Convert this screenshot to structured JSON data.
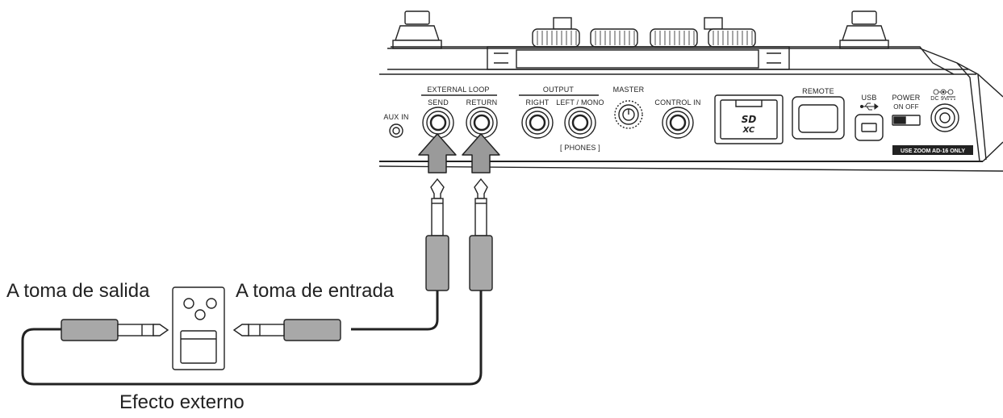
{
  "device": {
    "panel_labels": {
      "external_loop": "EXTERNAL LOOP",
      "send": "SEND",
      "return": "RETURN",
      "aux_in": "AUX IN",
      "output": "OUTPUT",
      "right": "RIGHT",
      "left_mono": "LEFT / MONO",
      "phones": "[ PHONES ]",
      "master": "MASTER",
      "control_in": "CONTROL IN",
      "remote": "REMOTE",
      "usb": "USB",
      "power": "POWER",
      "on_off": "ON  OFF",
      "dc": "DC 9V",
      "adapter_note": "USE ZOOM AD-16 ONLY",
      "sd_logo": "SD",
      "sd_xc": "XC"
    }
  },
  "labels": {
    "to_output": "A toma de salida",
    "to_input": "A toma de entrada",
    "external_effect": "Efecto externo"
  },
  "colors": {
    "line": "#222222",
    "arrow_fill": "#9a9a9a",
    "plug_grey": "#a8a8a8",
    "badge": "#222222"
  }
}
